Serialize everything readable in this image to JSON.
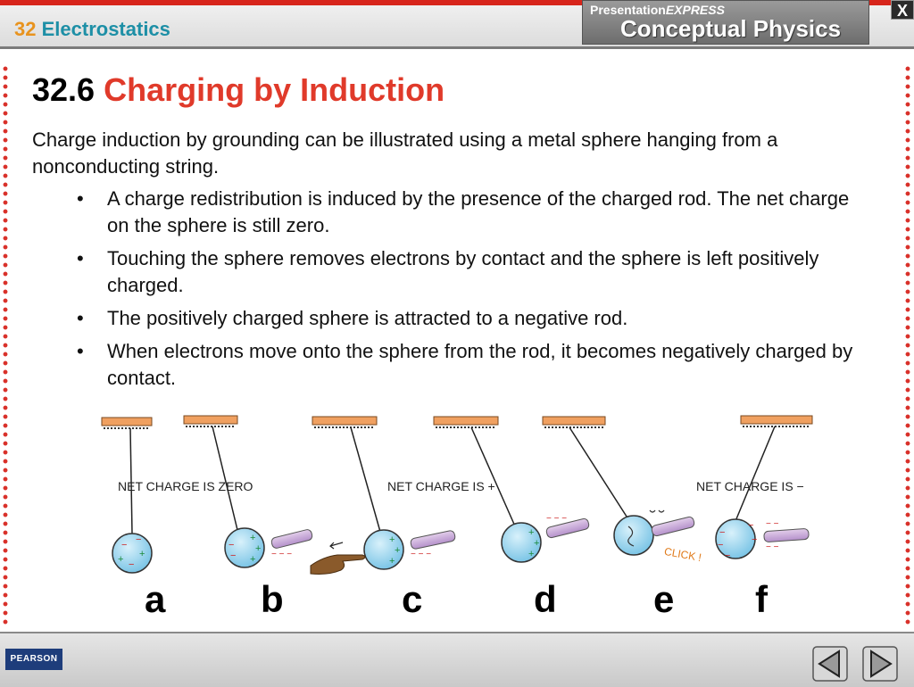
{
  "header": {
    "chapter_number": "32",
    "chapter_name": "Electrostatics",
    "brand_small_plain": "Presentation",
    "brand_small_bold": "EXPRESS",
    "brand_large": "Conceptual Physics",
    "close_label": "X"
  },
  "slide": {
    "section_number": "32.6",
    "section_title": "Charging by Induction",
    "intro": "Charge induction by grounding can be illustrated using a metal sphere hanging from a nonconducting string.",
    "bullets": [
      "A charge redistribution is induced by the presence of the charged rod. The net charge on the sphere is still zero.",
      "Touching the sphere removes electrons by contact and the sphere is left positively charged.",
      "The positively charged sphere is attracted to a negative rod.",
      "When electrons move onto the sphere from the rod, it becomes negatively charged by contact."
    ]
  },
  "figure": {
    "label_zero": "NET  CHARGE  IS  ZERO",
    "label_plus": "NET CHARGE  IS  +",
    "label_minus": "NET CHARGE IS −",
    "click_text": "CLICK !",
    "panels": [
      "a",
      "b",
      "c",
      "d",
      "e",
      "f"
    ]
  },
  "footer": {
    "publisher": "PEARSON"
  },
  "colors": {
    "accent_red": "#e03a2a",
    "chapter_orange": "#e8931e",
    "chapter_teal": "#1d8fa6",
    "sphere_blue": "#8fd1ec",
    "rod_purple": "#c6a7d8",
    "ceiling_orange": "#f0a060"
  }
}
